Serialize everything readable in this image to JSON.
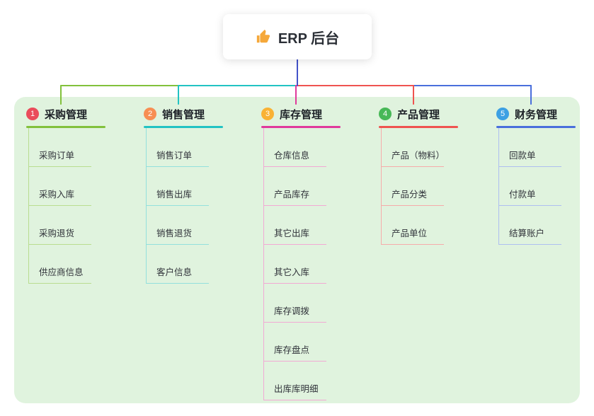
{
  "root": {
    "label": "ERP 后台",
    "icon": "thumbs-up-icon",
    "icon_color": "#f5a83a"
  },
  "colors": {
    "canvas_bg": "#ffffff",
    "panel_bg": "#e0f3de",
    "root_connector": "#4353c9"
  },
  "branches": [
    {
      "number": "1",
      "label": "采购管理",
      "badge_color": "#ea4c5b",
      "line_color": "#82c13c",
      "child_line_color": "#b9dd90",
      "children": [
        "采购订单",
        "采购入库",
        "采购退货",
        "供应商信息"
      ]
    },
    {
      "number": "2",
      "label": "销售管理",
      "badge_color": "#f78e53",
      "line_color": "#22c3c3",
      "child_line_color": "#93e0dc",
      "children": [
        "销售订单",
        "销售出库",
        "销售退货",
        "客户信息"
      ]
    },
    {
      "number": "3",
      "label": "库存管理",
      "badge_color": "#f9b234",
      "line_color": "#e03a9c",
      "child_line_color": "#f2a9d4",
      "children": [
        "仓库信息",
        "产品库存",
        "其它出库",
        "其它入库",
        "库存调拨",
        "库存盘点",
        "出库库明细"
      ]
    },
    {
      "number": "4",
      "label": "产品管理",
      "badge_color": "#47b857",
      "line_color": "#ef5350",
      "child_line_color": "#f6abaa",
      "children": [
        "产品（物料）",
        "产品分类",
        "产品单位"
      ]
    },
    {
      "number": "5",
      "label": "财务管理",
      "badge_color": "#3da0e3",
      "line_color": "#4a6fdc",
      "child_line_color": "#aebff0",
      "children": [
        "回款单",
        "付款单",
        "结算账户"
      ]
    }
  ]
}
